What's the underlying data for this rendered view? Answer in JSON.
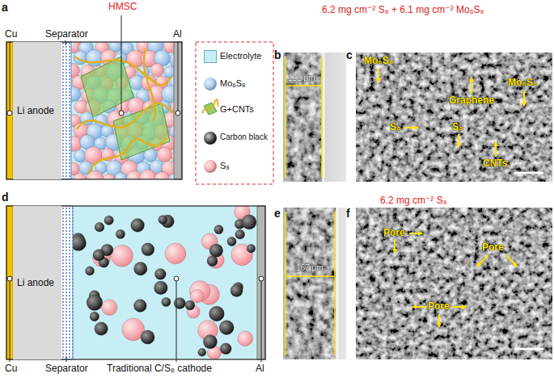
{
  "diagram": {
    "nodes": [
      {
        "text": [
          "Li anode"
        ]
      },
      {
        "text": [
          "Li anode"
        ]
      }
    ],
    "labels": [
      "a",
      "HMSC",
      "Cu",
      "Separator",
      "Al",
      "6.2 mg cm⁻² S₈ + 6.1 mg cm⁻² Mo₆S₈",
      "b",
      "121 μm",
      "c",
      "Mo₆S₈",
      "Graphene",
      "Mo₆S₈",
      "S₈",
      "S₈",
      "CNTs",
      "d",
      "6.2 mg cm⁻² S₈",
      "e",
      "167 μm",
      "f",
      "Pore",
      "Pore",
      "Pore",
      "Cu",
      "Separator",
      "Traditional C/S₈ cathode",
      "Al"
    ],
    "legend": [
      {
        "text": "Electrolyte",
        "color": "#c8eef5"
      },
      {
        "text": "Mo₆S₈",
        "color": "#9ec3ea"
      },
      {
        "text": "G+CNTs"
      },
      {
        "text": "Carbon black",
        "color": "#2b2b2b"
      },
      {
        "text": "S₈",
        "color": "#f5a3a8"
      }
    ]
  }
}
